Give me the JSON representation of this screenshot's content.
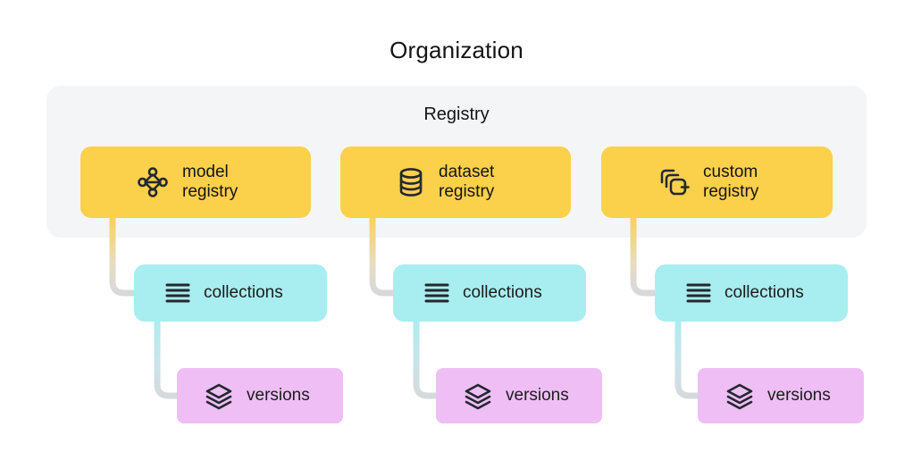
{
  "title": "Organization",
  "panel": {
    "title": "Registry",
    "background_color": "#f4f5f7"
  },
  "colors": {
    "registry_card": "#fbd04b",
    "collections_card": "#a8edf0",
    "versions_card": "#eebef5",
    "panel": "#f4f5f7",
    "connector_end": "#d6d9dc",
    "text": "#141414",
    "icon": "#23282e"
  },
  "columns": [
    {
      "registry": {
        "label": "model\nregistry",
        "icon": "node-graph-icon"
      },
      "collections": {
        "label": "collections",
        "icon": "list-lines-icon"
      },
      "versions": {
        "label": "versions",
        "icon": "layers-stack-icon"
      }
    },
    {
      "registry": {
        "label": "dataset\nregistry",
        "icon": "database-cylinder-icon"
      },
      "collections": {
        "label": "collections",
        "icon": "list-lines-icon"
      },
      "versions": {
        "label": "versions",
        "icon": "layers-stack-icon"
      }
    },
    {
      "registry": {
        "label": "custom\nregistry",
        "icon": "stacked-squares-plus-icon"
      },
      "collections": {
        "label": "collections",
        "icon": "list-lines-icon"
      },
      "versions": {
        "label": "versions",
        "icon": "layers-stack-icon"
      }
    }
  ]
}
